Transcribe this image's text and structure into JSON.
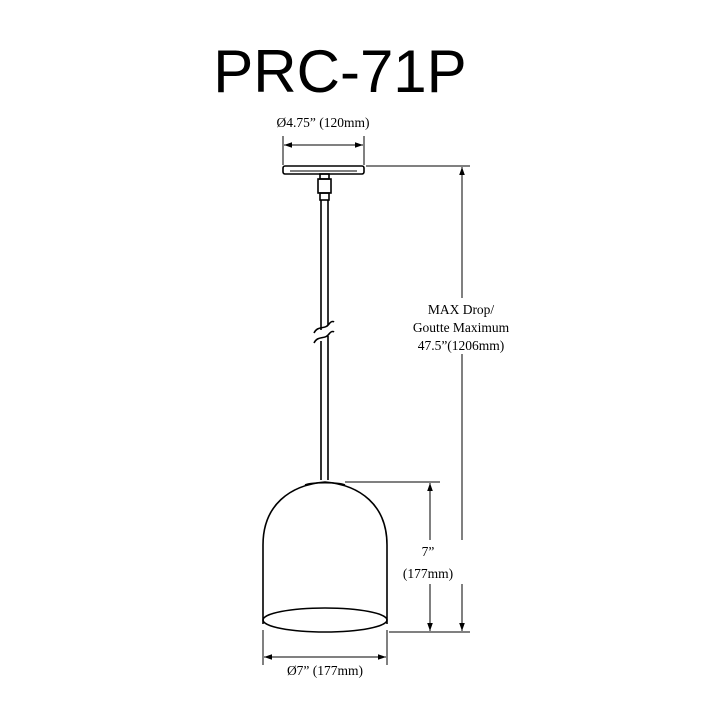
{
  "title": "PRC-71P",
  "dimensions": {
    "canopy_diameter": "Ø4.75” (120mm)",
    "max_drop_line1": "MAX Drop/",
    "max_drop_line2": "Goutte Maximum",
    "max_drop_line3": "47.5”(1206mm)",
    "shade_height_line1": "7”",
    "shade_height_line2": "(177mm)",
    "shade_diameter": "Ø7” (177mm)"
  },
  "colors": {
    "line": "#000000",
    "background": "#ffffff"
  }
}
